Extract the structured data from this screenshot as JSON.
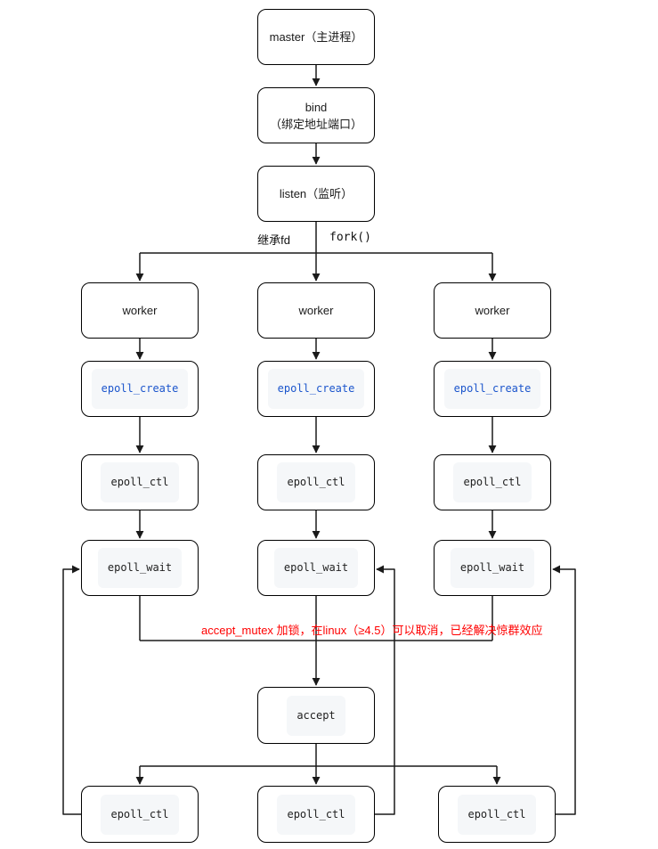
{
  "diagram": {
    "nodes": {
      "master": "master（主进程）",
      "bind_line1": "bind",
      "bind_line2": "（绑定地址端口）",
      "listen": "listen（监听）",
      "worker": "worker",
      "epoll_create": "epoll_create",
      "epoll_ctl": "epoll_ctl",
      "epoll_wait": "epoll_wait",
      "accept": "accept"
    },
    "edge_labels": {
      "inherit_fd": "继承fd",
      "fork": "fork()"
    },
    "annotation": {
      "text": "accept_mutex 加锁，在linux（≥4.5）可以取消，已经解决惊群效应",
      "color": "#ff0000"
    },
    "colors": {
      "background": "#ffffff",
      "box_border": "#000000",
      "line": "#1a1a1a",
      "code_bg": "#f5f7f9",
      "code_text": "#1f1f1f",
      "code_link_blue": "#1b55cc",
      "annotation_red": "#ff0000"
    }
  }
}
